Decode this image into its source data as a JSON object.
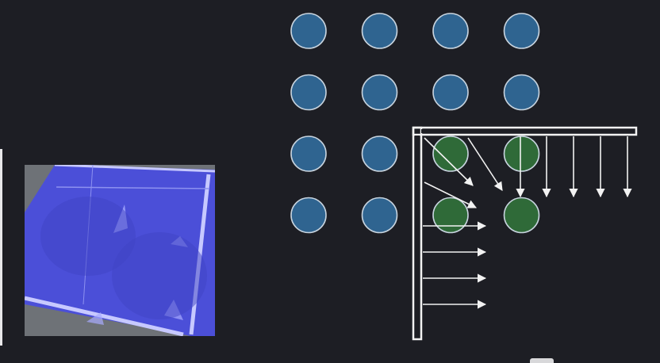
{
  "colors": {
    "background": "#1d1e24",
    "atom_blue_fill": "#2f6490",
    "atom_green_fill": "#2f6a38",
    "atom_outline": "#c8d4df",
    "boundary_line": "#f2f2f2",
    "arrow": "#f2f2f2",
    "thumbnail_blue": "#4b4fd8"
  },
  "lattice": {
    "rows": 4,
    "cols": 4,
    "green_atoms": [
      [
        2,
        2
      ],
      [
        2,
        3
      ],
      [
        3,
        2
      ],
      [
        3,
        3
      ]
    ]
  },
  "icons": {
    "thumbnail": "blue-square-with-corner-artifacts",
    "boundary": "corner-bracket",
    "force_arrows": "right-and-down-arrows"
  }
}
